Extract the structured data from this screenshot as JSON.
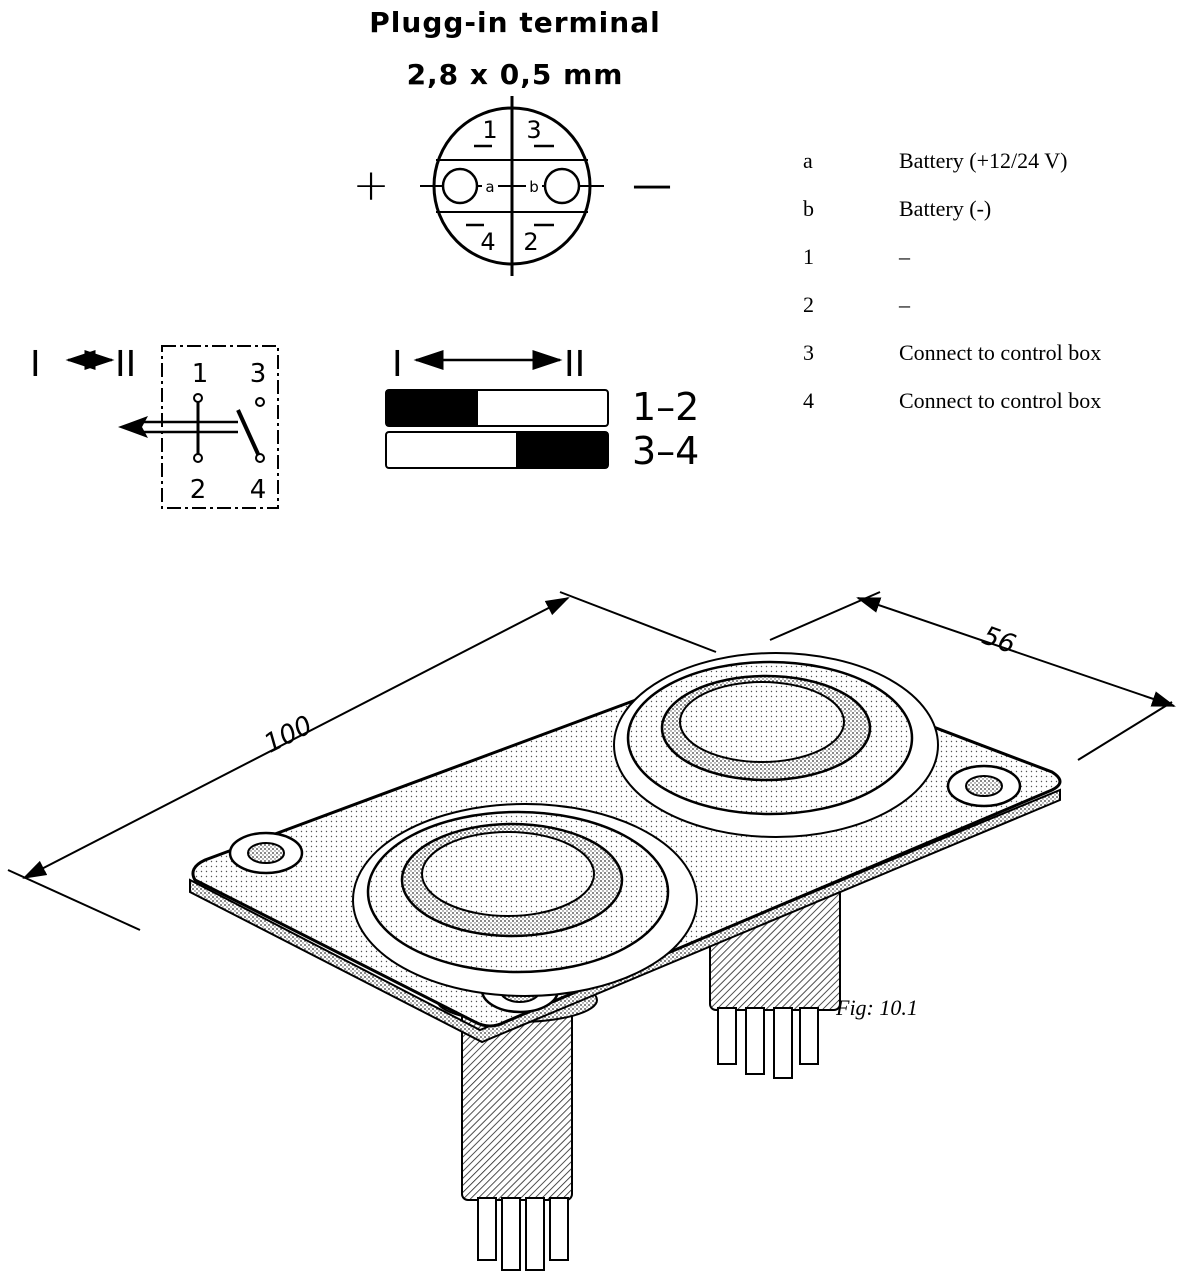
{
  "title": {
    "line1": "Plugg-in terminal",
    "line2": "2,8 x 0,5 mm"
  },
  "connector": {
    "plus_symbol": "+",
    "minus_symbol": "—",
    "pin_labels": {
      "a": "a",
      "b": "b",
      "p1": "1",
      "p2": "2",
      "p3": "3",
      "p4": "4"
    }
  },
  "legend": [
    {
      "key": "a",
      "desc": "Battery (+12/24 V)"
    },
    {
      "key": "b",
      "desc": "Battery (-)"
    },
    {
      "key": "1",
      "desc": "–"
    },
    {
      "key": "2",
      "desc": "–"
    },
    {
      "key": "3",
      "desc": "Connect to control box"
    },
    {
      "key": "4",
      "desc": "Connect to control box"
    }
  ],
  "switch_schematic": {
    "pos_1": "I",
    "pos_2": "II",
    "pins": [
      "1",
      "3",
      "2",
      "4"
    ]
  },
  "position_table": {
    "pos_1": "I",
    "pos_2": "II",
    "rows": [
      "1–2",
      "3–4"
    ]
  },
  "dimensions": {
    "length": "100",
    "width": "56"
  },
  "caption": "Fig: 10.1"
}
